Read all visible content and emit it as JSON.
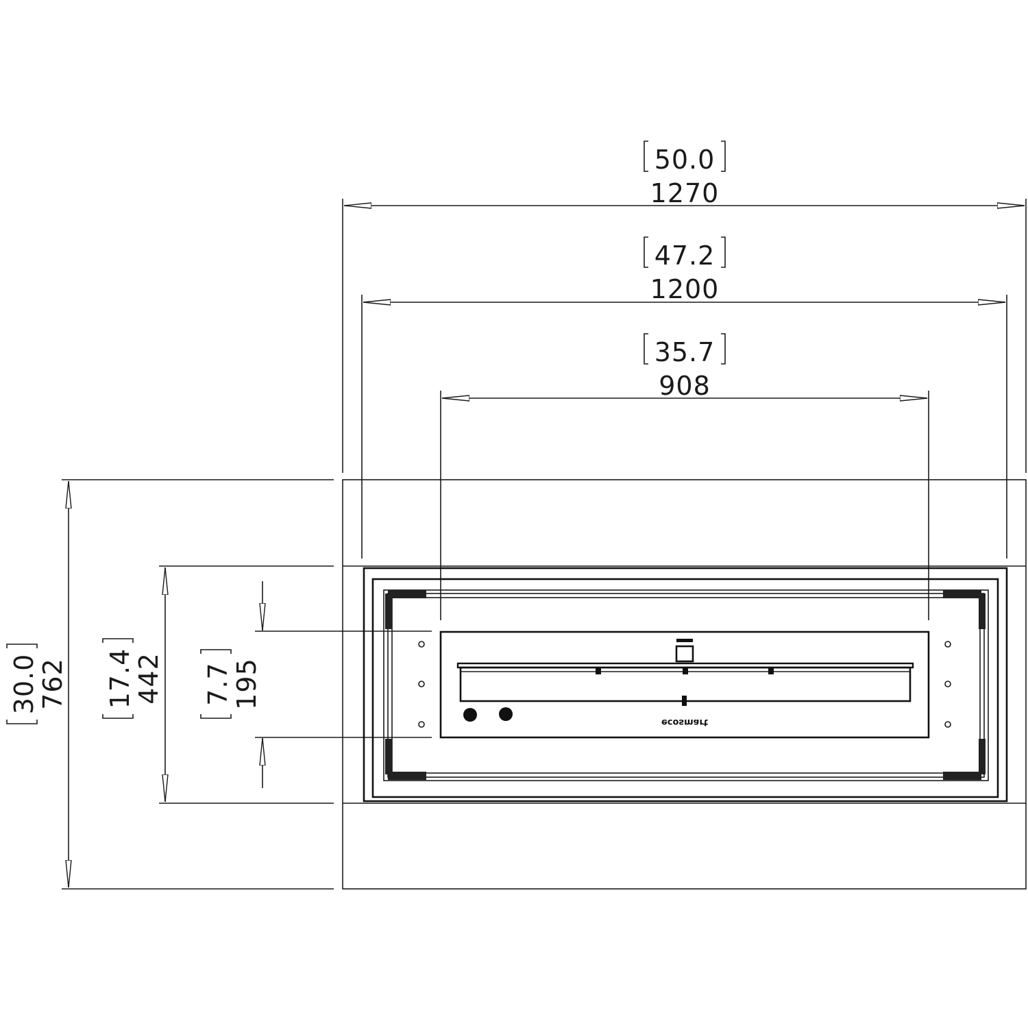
{
  "dimensions": {
    "overall_width": {
      "inches": "50.0",
      "mm": "1270"
    },
    "inner_width": {
      "inches": "47.2",
      "mm": "1200"
    },
    "burner_width": {
      "inches": "35.7",
      "mm": "908"
    },
    "overall_depth": {
      "inches": "30.0",
      "mm": "762"
    },
    "opening_depth": {
      "inches": "17.4",
      "mm": "442"
    },
    "burner_depth": {
      "inches": "7.7",
      "mm": "195"
    }
  },
  "logo": "ecosmart",
  "colors": {
    "line": "#1a1a1a",
    "background": "#ffffff"
  }
}
